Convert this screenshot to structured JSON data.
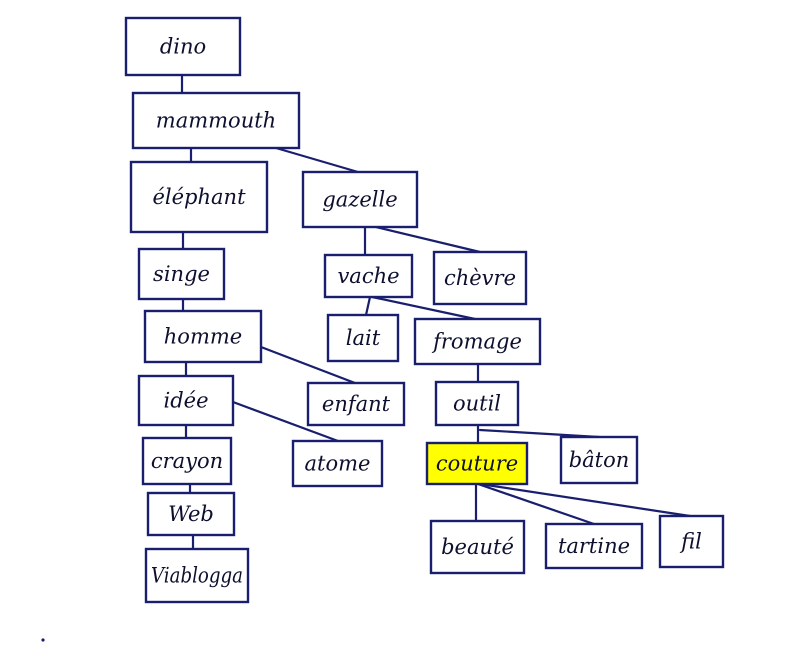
{
  "diagram": {
    "colors": {
      "ink": "#1a1e6e",
      "highlight": "#ffff00",
      "background": "#ffffff"
    },
    "nodes": [
      {
        "id": "dino",
        "label": "dino"
      },
      {
        "id": "mammouth",
        "label": "mammouth"
      },
      {
        "id": "elephant",
        "label": "éléphant"
      },
      {
        "id": "gazelle",
        "label": "gazelle"
      },
      {
        "id": "singe",
        "label": "singe"
      },
      {
        "id": "vache",
        "label": "vache"
      },
      {
        "id": "chevre",
        "label": "chèvre"
      },
      {
        "id": "homme",
        "label": "homme"
      },
      {
        "id": "lait",
        "label": "lait"
      },
      {
        "id": "fromage",
        "label": "fromage"
      },
      {
        "id": "idee",
        "label": "idée"
      },
      {
        "id": "enfant",
        "label": "enfant"
      },
      {
        "id": "outil",
        "label": "outil"
      },
      {
        "id": "crayon",
        "label": "crayon"
      },
      {
        "id": "atome",
        "label": "atome"
      },
      {
        "id": "couture",
        "label": "couture",
        "highlighted": true
      },
      {
        "id": "baton",
        "label": "bâton"
      },
      {
        "id": "web",
        "label": "Web"
      },
      {
        "id": "viablog",
        "label": "Viablogga"
      },
      {
        "id": "beaute",
        "label": "beauté"
      },
      {
        "id": "tartine",
        "label": "tartine"
      },
      {
        "id": "fil",
        "label": "fil"
      }
    ],
    "edges": [
      [
        "dino",
        "mammouth"
      ],
      [
        "mammouth",
        "elephant"
      ],
      [
        "mammouth",
        "gazelle"
      ],
      [
        "elephant",
        "singe"
      ],
      [
        "singe",
        "homme"
      ],
      [
        "homme",
        "idee"
      ],
      [
        "homme",
        "enfant"
      ],
      [
        "idee",
        "crayon"
      ],
      [
        "idee",
        "atome"
      ],
      [
        "crayon",
        "web"
      ],
      [
        "web",
        "viablog"
      ],
      [
        "gazelle",
        "vache"
      ],
      [
        "gazelle",
        "chevre"
      ],
      [
        "vache",
        "lait"
      ],
      [
        "vache",
        "fromage"
      ],
      [
        "fromage",
        "outil"
      ],
      [
        "outil",
        "couture"
      ],
      [
        "outil",
        "baton"
      ],
      [
        "couture",
        "beaute"
      ],
      [
        "couture",
        "tartine"
      ],
      [
        "couture",
        "fil"
      ]
    ]
  }
}
